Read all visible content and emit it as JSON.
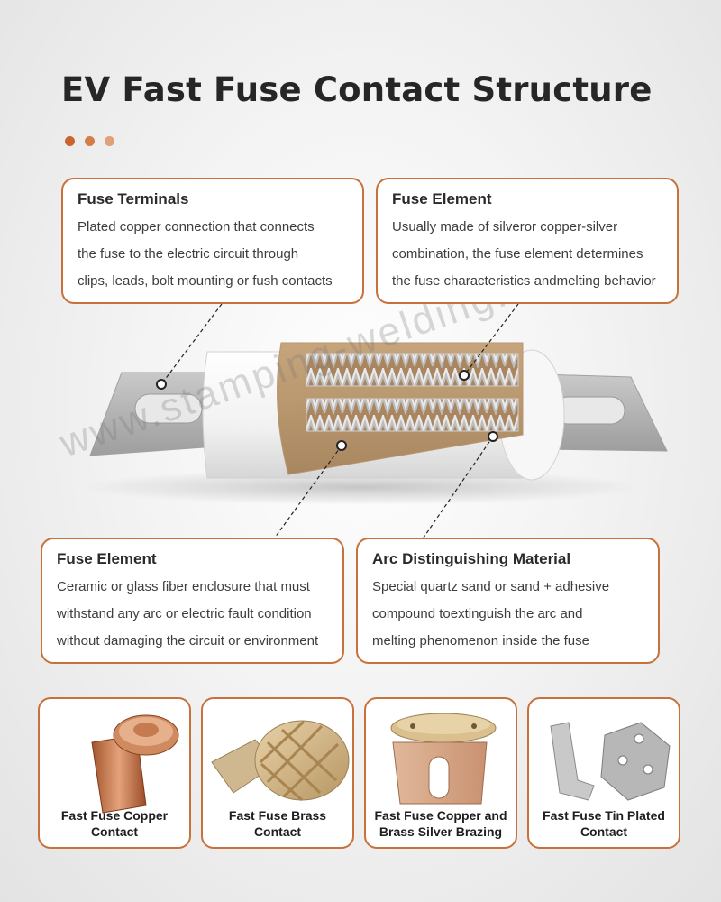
{
  "title": "EV Fast Fuse Contact Structure",
  "watermark": "www.stamping-welding.com",
  "cards": [
    {
      "heading": "Fuse Terminals",
      "lines": [
        "Plated copper connection that connects",
        "the fuse to the electric circuit through",
        "clips, leads, bolt mounting or fush contacts"
      ]
    },
    {
      "heading": "Fuse Element",
      "lines": [
        "Usually made of silveror copper-silver",
        "combination, the fuse element determines",
        "the fuse characteristics andmelting behavior"
      ]
    },
    {
      "heading": "Fuse Element",
      "lines": [
        "Ceramic or glass fiber enclosure that must",
        "withstand any arc or electric fault condition",
        "without damaging the circuit or environment"
      ]
    },
    {
      "heading": "Arc Distinguishing Material",
      "lines": [
        "Special quartz sand or sand + adhesive",
        "compound toextinguish the arc and",
        "melting phenomenon inside the fuse"
      ]
    }
  ],
  "products": [
    {
      "line1": "Fast Fuse Copper",
      "line2": "Contact"
    },
    {
      "line1": "Fast Fuse Brass",
      "line2": "Contact"
    },
    {
      "line1": "Fast Fuse Copper and",
      "line2": "Brass Silver Brazing"
    },
    {
      "line1": "Fast Fuse Tin Plated",
      "line2": "Contact"
    }
  ],
  "colors": {
    "accent": "#c8713b",
    "dot1": "#c8642e",
    "dot2": "#d47d49",
    "dot3": "#e0a07a"
  }
}
